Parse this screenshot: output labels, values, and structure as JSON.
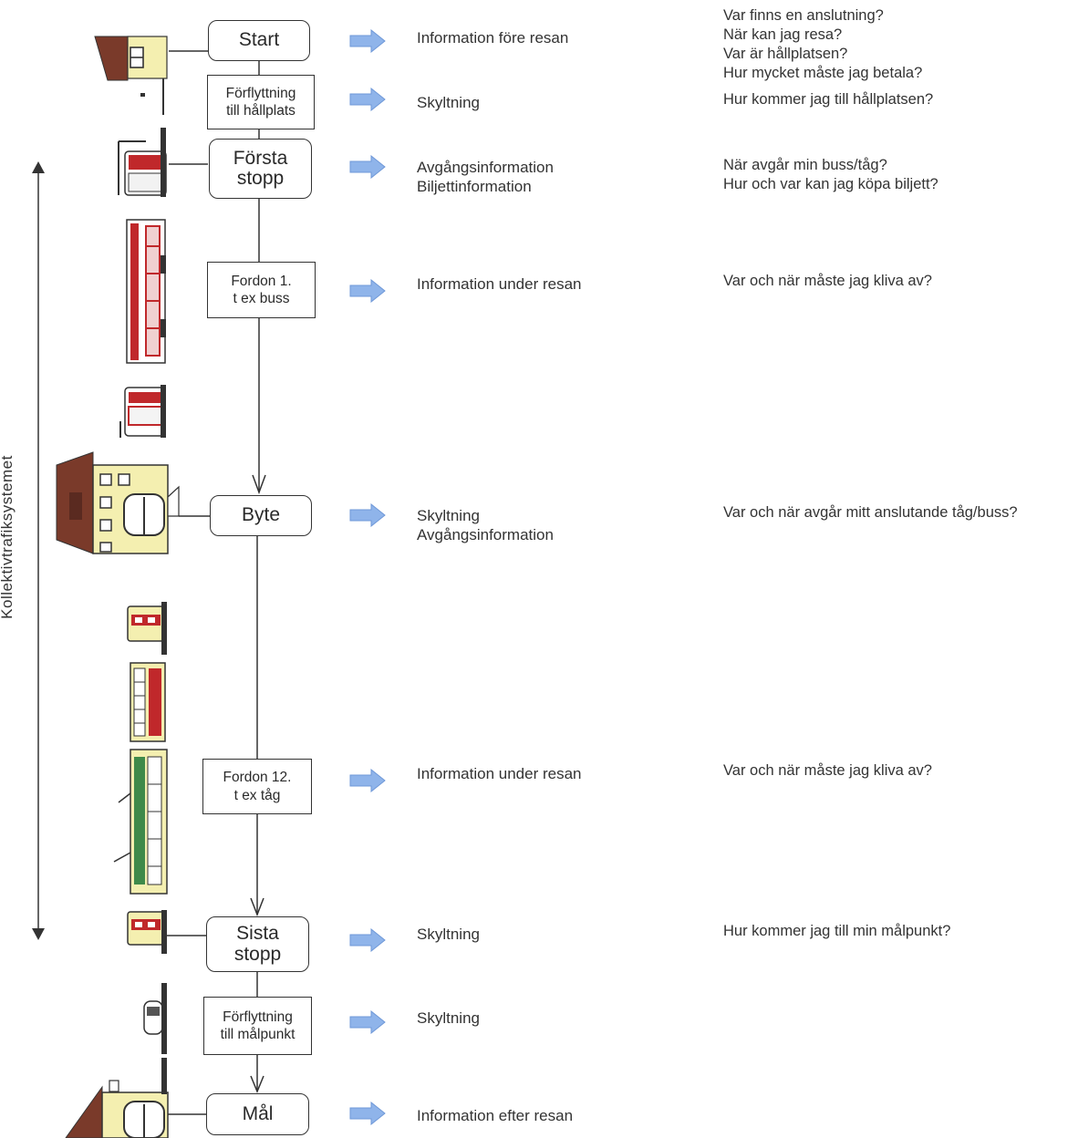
{
  "axis_label": "Kollektivtrafiksystemet",
  "steps": [
    {
      "lines": [
        "Start"
      ],
      "info": [
        "Information före resan"
      ],
      "questions": [
        "Var finns en anslutning?",
        "När kan jag resa?",
        "Var är hållplatsen?",
        "Hur mycket måste jag betala?"
      ]
    },
    {
      "lines": [
        "Förflyttning",
        "till hållplats"
      ],
      "info": [
        "Skyltning"
      ],
      "questions": [
        "Hur kommer jag till hållplatsen?"
      ]
    },
    {
      "lines": [
        "Första",
        "stopp"
      ],
      "info": [
        "Avgångsinformation",
        "Biljettinformation"
      ],
      "questions": [
        "När avgår min buss/tåg?",
        "Hur och var kan jag köpa biljett?"
      ]
    },
    {
      "lines": [
        "Fordon 1.",
        "t ex buss"
      ],
      "info": [
        "Information under resan"
      ],
      "questions": [
        "Var och när måste jag kliva av?"
      ]
    },
    {
      "lines": [
        "Byte"
      ],
      "info": [
        "Skyltning",
        "Avgångsinformation"
      ],
      "questions": [
        "Var och när avgår mitt anslutande tåg/buss?"
      ]
    },
    {
      "lines": [
        "Fordon 12.",
        "t ex tåg"
      ],
      "info": [
        "Information under resan"
      ],
      "questions": [
        "Var och när måste jag kliva av?"
      ]
    },
    {
      "lines": [
        "Sista",
        "stopp"
      ],
      "info": [
        "Skyltning"
      ],
      "questions": [
        "Hur kommer jag till min målpunkt?"
      ]
    },
    {
      "lines": [
        "Förflyttning",
        "till målpunkt"
      ],
      "info": [
        "Skyltning"
      ],
      "questions": []
    },
    {
      "lines": [
        "Mål"
      ],
      "info": [
        "Information efter resan"
      ],
      "questions": []
    }
  ],
  "colors": {
    "arrow": "#8fb4ea",
    "arrow_edge": "#6f98d8",
    "line": "#333333",
    "bus_red": "#c0282b",
    "building_yellow": "#f4efb0",
    "roof_brown": "#7a3a2a",
    "train_green": "#3f8a4a"
  },
  "icons": [
    "right-arrow-icon",
    "house-icon",
    "bus-stop-icon",
    "bus-icon",
    "station-building-icon",
    "tram-icon",
    "train-icon",
    "car-icon",
    "double-headed-arrow-icon"
  ]
}
